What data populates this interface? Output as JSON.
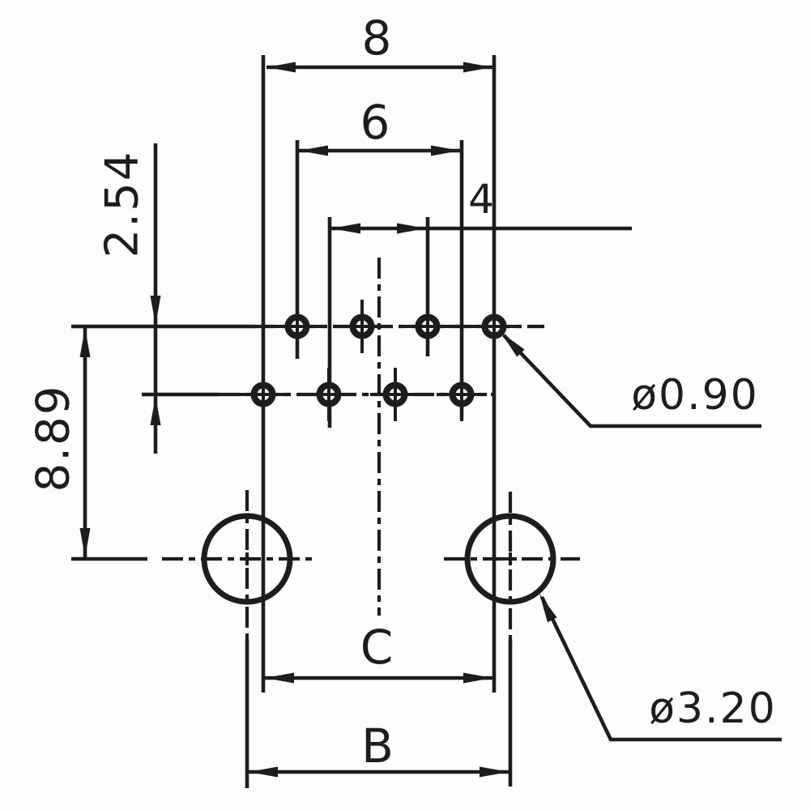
{
  "drawing": {
    "labels": {
      "outer_pin_span": "8",
      "mid_pin_span": "6",
      "inner_pin_span": "4",
      "row_pitch": "2.54",
      "mount_row_offset": "8.89",
      "pin_hole_diameter": "ø0.90",
      "mount_hole_diameter": "ø3.20",
      "mount_span_c": "C",
      "mount_span_b": "B"
    },
    "colors": {
      "ink": "#1d1d1b",
      "paper": "#fdfdfb"
    }
  }
}
